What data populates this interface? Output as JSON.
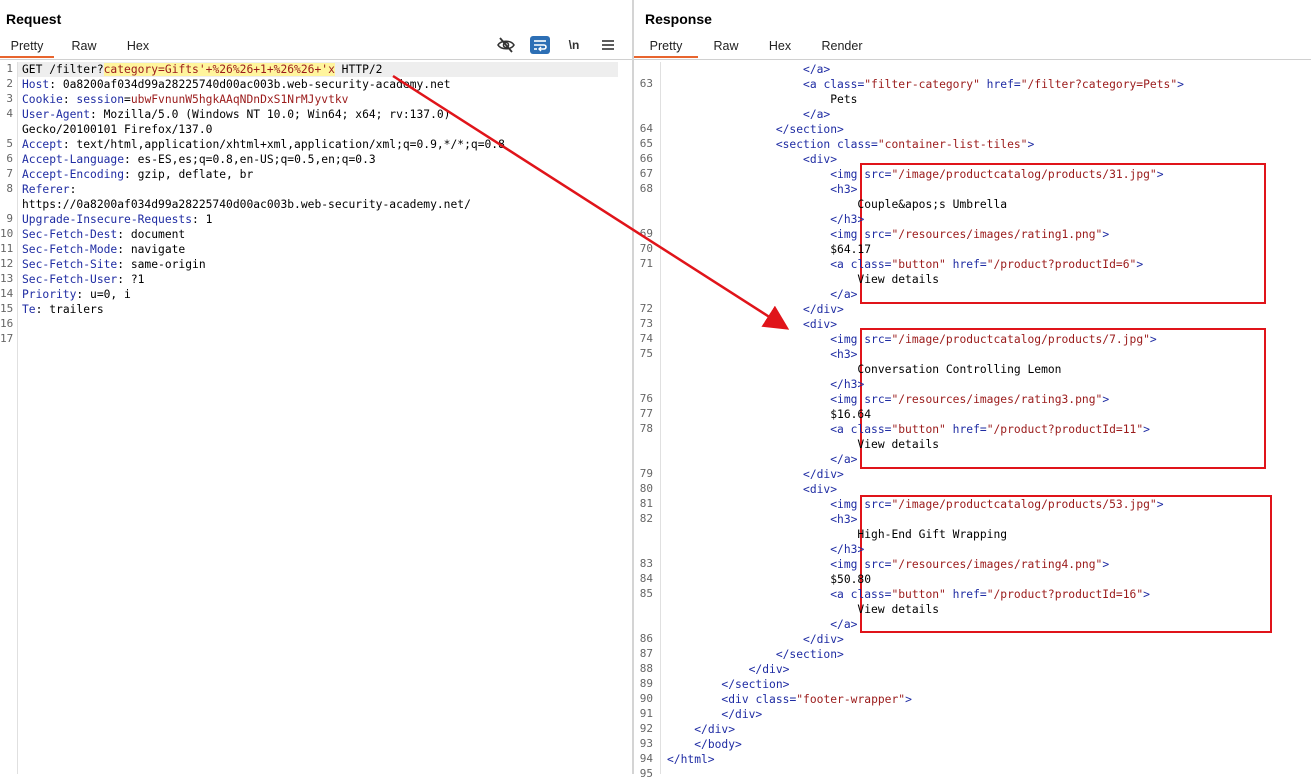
{
  "request": {
    "title": "Request",
    "tabs": [
      {
        "label": "Pretty"
      },
      {
        "label": "Raw"
      },
      {
        "label": "Hex"
      }
    ],
    "toolbar": {
      "wrap_label": "\\n",
      "icons": [
        "eye-slash-icon",
        "wrap-lines-icon",
        "newline-icon",
        "menu-icon"
      ]
    },
    "lines": [
      {
        "n": "1",
        "parts": [
          {
            "t": "GET /filter?",
            "c": ""
          },
          {
            "t": "category=Gifts'+%26%26+1+%26%26+'x",
            "c": "inj"
          },
          {
            "t": " HTTP/2",
            "c": ""
          }
        ]
      },
      {
        "n": "2",
        "parts": [
          {
            "t": "Host",
            "c": "hdr"
          },
          {
            "t": ": 0a8200af034d99a28225740d00ac003b.web-security-academy.net",
            "c": ""
          }
        ]
      },
      {
        "n": "3",
        "parts": [
          {
            "t": "Cookie",
            "c": "hdr"
          },
          {
            "t": ": ",
            "c": ""
          },
          {
            "t": "session",
            "c": "hdr"
          },
          {
            "t": "=",
            "c": ""
          },
          {
            "t": "ubwFvnunW5hgkAAqNDnDxS1NrMJyvtkv",
            "c": "val"
          }
        ]
      },
      {
        "n": "4",
        "parts": [
          {
            "t": "User-Agent",
            "c": "hdr"
          },
          {
            "t": ": Mozilla/5.0 (Windows NT 10.0; Win64; x64; rv:137.0)",
            "c": ""
          }
        ]
      },
      {
        "n": "",
        "parts": [
          {
            "t": "Gecko/20100101 Firefox/137.0",
            "c": ""
          }
        ]
      },
      {
        "n": "5",
        "parts": [
          {
            "t": "Accept",
            "c": "hdr"
          },
          {
            "t": ": text/html,application/xhtml+xml,application/xml;q=0.9,*/*;q=0.8",
            "c": ""
          }
        ]
      },
      {
        "n": "6",
        "parts": [
          {
            "t": "Accept-Language",
            "c": "hdr"
          },
          {
            "t": ": es-ES,es;q=0.8,en-US;q=0.5,en;q=0.3",
            "c": ""
          }
        ]
      },
      {
        "n": "7",
        "parts": [
          {
            "t": "Accept-Encoding",
            "c": "hdr"
          },
          {
            "t": ": gzip, deflate, br",
            "c": ""
          }
        ]
      },
      {
        "n": "8",
        "parts": [
          {
            "t": "Referer",
            "c": "hdr"
          },
          {
            "t": ":",
            "c": ""
          }
        ]
      },
      {
        "n": "",
        "parts": [
          {
            "t": "https://0a8200af034d99a28225740d00ac003b.web-security-academy.net/",
            "c": ""
          }
        ]
      },
      {
        "n": "9",
        "parts": [
          {
            "t": "Upgrade-Insecure-Requests",
            "c": "hdr"
          },
          {
            "t": ": 1",
            "c": ""
          }
        ]
      },
      {
        "n": "10",
        "parts": [
          {
            "t": "Sec-Fetch-Dest",
            "c": "hdr"
          },
          {
            "t": ": document",
            "c": ""
          }
        ]
      },
      {
        "n": "11",
        "parts": [
          {
            "t": "Sec-Fetch-Mode",
            "c": "hdr"
          },
          {
            "t": ": navigate",
            "c": ""
          }
        ]
      },
      {
        "n": "12",
        "parts": [
          {
            "t": "Sec-Fetch-Site",
            "c": "hdr"
          },
          {
            "t": ": same-origin",
            "c": ""
          }
        ]
      },
      {
        "n": "13",
        "parts": [
          {
            "t": "Sec-Fetch-User",
            "c": "hdr"
          },
          {
            "t": ": ?1",
            "c": ""
          }
        ]
      },
      {
        "n": "14",
        "parts": [
          {
            "t": "Priority",
            "c": "hdr"
          },
          {
            "t": ": u=0, i",
            "c": ""
          }
        ]
      },
      {
        "n": "15",
        "parts": [
          {
            "t": "Te",
            "c": "hdr"
          },
          {
            "t": ": trailers",
            "c": ""
          }
        ]
      },
      {
        "n": "16",
        "parts": []
      },
      {
        "n": "17",
        "parts": []
      }
    ]
  },
  "response": {
    "title": "Response",
    "tabs": [
      {
        "label": "Pretty"
      },
      {
        "label": "Raw"
      },
      {
        "label": "Hex"
      },
      {
        "label": "Render"
      }
    ],
    "lines": [
      {
        "n": "",
        "parts": [
          {
            "t": "                    ",
            "c": ""
          },
          {
            "t": "</a>",
            "c": "tag"
          }
        ]
      },
      {
        "n": "63",
        "parts": [
          {
            "t": "                    ",
            "c": ""
          },
          {
            "t": "<a ",
            "c": "tag"
          },
          {
            "t": "class=",
            "c": "attr"
          },
          {
            "t": "\"filter-category\"",
            "c": "str"
          },
          {
            "t": " href=",
            "c": "attr"
          },
          {
            "t": "\"/filter?category=Pets\"",
            "c": "str"
          },
          {
            "t": ">",
            "c": "tag"
          }
        ]
      },
      {
        "n": "",
        "parts": [
          {
            "t": "                        Pets",
            "c": ""
          }
        ]
      },
      {
        "n": "",
        "parts": [
          {
            "t": "                    ",
            "c": ""
          },
          {
            "t": "</a>",
            "c": "tag"
          }
        ]
      },
      {
        "n": "64",
        "parts": [
          {
            "t": "                ",
            "c": ""
          },
          {
            "t": "</section>",
            "c": "tag"
          }
        ]
      },
      {
        "n": "65",
        "parts": [
          {
            "t": "                ",
            "c": ""
          },
          {
            "t": "<section ",
            "c": "tag"
          },
          {
            "t": "class=",
            "c": "attr"
          },
          {
            "t": "\"container-list-tiles\"",
            "c": "str"
          },
          {
            "t": ">",
            "c": "tag"
          }
        ]
      },
      {
        "n": "66",
        "parts": [
          {
            "t": "                    ",
            "c": ""
          },
          {
            "t": "<div>",
            "c": "tag"
          }
        ]
      },
      {
        "n": "67",
        "parts": [
          {
            "t": "                        ",
            "c": ""
          },
          {
            "t": "<img ",
            "c": "tag"
          },
          {
            "t": "src=",
            "c": "attr"
          },
          {
            "t": "\"/image/productcatalog/products/31.jpg\"",
            "c": "str"
          },
          {
            "t": ">",
            "c": "tag"
          }
        ]
      },
      {
        "n": "68",
        "parts": [
          {
            "t": "                        ",
            "c": ""
          },
          {
            "t": "<h3>",
            "c": "tag"
          }
        ]
      },
      {
        "n": "",
        "parts": [
          {
            "t": "                            Couple&apos;s Umbrella",
            "c": ""
          }
        ]
      },
      {
        "n": "",
        "parts": [
          {
            "t": "                        ",
            "c": ""
          },
          {
            "t": "</h3>",
            "c": "tag"
          }
        ]
      },
      {
        "n": "69",
        "parts": [
          {
            "t": "                        ",
            "c": ""
          },
          {
            "t": "<img ",
            "c": "tag"
          },
          {
            "t": "src=",
            "c": "attr"
          },
          {
            "t": "\"/resources/images/rating1.png\"",
            "c": "str"
          },
          {
            "t": ">",
            "c": "tag"
          }
        ]
      },
      {
        "n": "70",
        "parts": [
          {
            "t": "                        $64.17",
            "c": ""
          }
        ]
      },
      {
        "n": "71",
        "parts": [
          {
            "t": "                        ",
            "c": ""
          },
          {
            "t": "<a ",
            "c": "tag"
          },
          {
            "t": "class=",
            "c": "attr"
          },
          {
            "t": "\"button\"",
            "c": "str"
          },
          {
            "t": " href=",
            "c": "attr"
          },
          {
            "t": "\"/product?productId=6\"",
            "c": "str"
          },
          {
            "t": ">",
            "c": "tag"
          }
        ]
      },
      {
        "n": "",
        "parts": [
          {
            "t": "                            View details",
            "c": ""
          }
        ]
      },
      {
        "n": "",
        "parts": [
          {
            "t": "                        ",
            "c": ""
          },
          {
            "t": "</a>",
            "c": "tag"
          }
        ]
      },
      {
        "n": "72",
        "parts": [
          {
            "t": "                    ",
            "c": ""
          },
          {
            "t": "</div>",
            "c": "tag"
          }
        ]
      },
      {
        "n": "73",
        "parts": [
          {
            "t": "                    ",
            "c": ""
          },
          {
            "t": "<div>",
            "c": "tag"
          }
        ]
      },
      {
        "n": "74",
        "parts": [
          {
            "t": "                        ",
            "c": ""
          },
          {
            "t": "<img ",
            "c": "tag"
          },
          {
            "t": "src=",
            "c": "attr"
          },
          {
            "t": "\"/image/productcatalog/products/7.jpg\"",
            "c": "str"
          },
          {
            "t": ">",
            "c": "tag"
          }
        ]
      },
      {
        "n": "75",
        "parts": [
          {
            "t": "                        ",
            "c": ""
          },
          {
            "t": "<h3>",
            "c": "tag"
          }
        ]
      },
      {
        "n": "",
        "parts": [
          {
            "t": "                            Conversation Controlling Lemon",
            "c": ""
          }
        ]
      },
      {
        "n": "",
        "parts": [
          {
            "t": "                        ",
            "c": ""
          },
          {
            "t": "</h3>",
            "c": "tag"
          }
        ]
      },
      {
        "n": "76",
        "parts": [
          {
            "t": "                        ",
            "c": ""
          },
          {
            "t": "<img ",
            "c": "tag"
          },
          {
            "t": "src=",
            "c": "attr"
          },
          {
            "t": "\"/resources/images/rating3.png\"",
            "c": "str"
          },
          {
            "t": ">",
            "c": "tag"
          }
        ]
      },
      {
        "n": "77",
        "parts": [
          {
            "t": "                        $16.64",
            "c": ""
          }
        ]
      },
      {
        "n": "78",
        "parts": [
          {
            "t": "                        ",
            "c": ""
          },
          {
            "t": "<a ",
            "c": "tag"
          },
          {
            "t": "class=",
            "c": "attr"
          },
          {
            "t": "\"button\"",
            "c": "str"
          },
          {
            "t": " href=",
            "c": "attr"
          },
          {
            "t": "\"/product?productId=11\"",
            "c": "str"
          },
          {
            "t": ">",
            "c": "tag"
          }
        ]
      },
      {
        "n": "",
        "parts": [
          {
            "t": "                            View details",
            "c": ""
          }
        ]
      },
      {
        "n": "",
        "parts": [
          {
            "t": "                        ",
            "c": ""
          },
          {
            "t": "</a>",
            "c": "tag"
          }
        ]
      },
      {
        "n": "79",
        "parts": [
          {
            "t": "                    ",
            "c": ""
          },
          {
            "t": "</div>",
            "c": "tag"
          }
        ]
      },
      {
        "n": "80",
        "parts": [
          {
            "t": "                    ",
            "c": ""
          },
          {
            "t": "<div>",
            "c": "tag"
          }
        ]
      },
      {
        "n": "81",
        "parts": [
          {
            "t": "                        ",
            "c": ""
          },
          {
            "t": "<img ",
            "c": "tag"
          },
          {
            "t": "src=",
            "c": "attr"
          },
          {
            "t": "\"/image/productcatalog/products/53.jpg\"",
            "c": "str"
          },
          {
            "t": ">",
            "c": "tag"
          }
        ]
      },
      {
        "n": "82",
        "parts": [
          {
            "t": "                        ",
            "c": ""
          },
          {
            "t": "<h3>",
            "c": "tag"
          }
        ]
      },
      {
        "n": "",
        "parts": [
          {
            "t": "                            High-End Gift Wrapping",
            "c": ""
          }
        ]
      },
      {
        "n": "",
        "parts": [
          {
            "t": "                        ",
            "c": ""
          },
          {
            "t": "</h3>",
            "c": "tag"
          }
        ]
      },
      {
        "n": "83",
        "parts": [
          {
            "t": "                        ",
            "c": ""
          },
          {
            "t": "<img ",
            "c": "tag"
          },
          {
            "t": "src=",
            "c": "attr"
          },
          {
            "t": "\"/resources/images/rating4.png\"",
            "c": "str"
          },
          {
            "t": ">",
            "c": "tag"
          }
        ]
      },
      {
        "n": "84",
        "parts": [
          {
            "t": "                        $50.80",
            "c": ""
          }
        ]
      },
      {
        "n": "85",
        "parts": [
          {
            "t": "                        ",
            "c": ""
          },
          {
            "t": "<a ",
            "c": "tag"
          },
          {
            "t": "class=",
            "c": "attr"
          },
          {
            "t": "\"button\"",
            "c": "str"
          },
          {
            "t": " href=",
            "c": "attr"
          },
          {
            "t": "\"/product?productId=16\"",
            "c": "str"
          },
          {
            "t": ">",
            "c": "tag"
          }
        ]
      },
      {
        "n": "",
        "parts": [
          {
            "t": "                            View details",
            "c": ""
          }
        ]
      },
      {
        "n": "",
        "parts": [
          {
            "t": "                        ",
            "c": ""
          },
          {
            "t": "</a>",
            "c": "tag"
          }
        ]
      },
      {
        "n": "86",
        "parts": [
          {
            "t": "                    ",
            "c": ""
          },
          {
            "t": "</div>",
            "c": "tag"
          }
        ]
      },
      {
        "n": "87",
        "parts": [
          {
            "t": "                ",
            "c": ""
          },
          {
            "t": "</section>",
            "c": "tag"
          }
        ]
      },
      {
        "n": "88",
        "parts": [
          {
            "t": "            ",
            "c": ""
          },
          {
            "t": "</div>",
            "c": "tag"
          }
        ]
      },
      {
        "n": "89",
        "parts": [
          {
            "t": "        ",
            "c": ""
          },
          {
            "t": "</section>",
            "c": "tag"
          }
        ]
      },
      {
        "n": "90",
        "parts": [
          {
            "t": "        ",
            "c": ""
          },
          {
            "t": "<div ",
            "c": "tag"
          },
          {
            "t": "class=",
            "c": "attr"
          },
          {
            "t": "\"footer-wrapper\"",
            "c": "str"
          },
          {
            "t": ">",
            "c": "tag"
          }
        ]
      },
      {
        "n": "91",
        "parts": [
          {
            "t": "        ",
            "c": ""
          },
          {
            "t": "</div>",
            "c": "tag"
          }
        ]
      },
      {
        "n": "92",
        "parts": [
          {
            "t": "    ",
            "c": ""
          },
          {
            "t": "</div>",
            "c": "tag"
          }
        ]
      },
      {
        "n": "93",
        "parts": [
          {
            "t": "    ",
            "c": ""
          },
          {
            "t": "</body>",
            "c": "tag"
          }
        ]
      },
      {
        "n": "94",
        "parts": [
          {
            "t": "</html>",
            "c": "tag"
          }
        ]
      },
      {
        "n": "95",
        "parts": []
      }
    ]
  },
  "colors": {
    "accent_tab": "#e8652e",
    "annotation": "#e0141a",
    "header_key": "#1f2ca3",
    "value": "#9a1a1a",
    "injection_highlight": "#fff59d"
  }
}
